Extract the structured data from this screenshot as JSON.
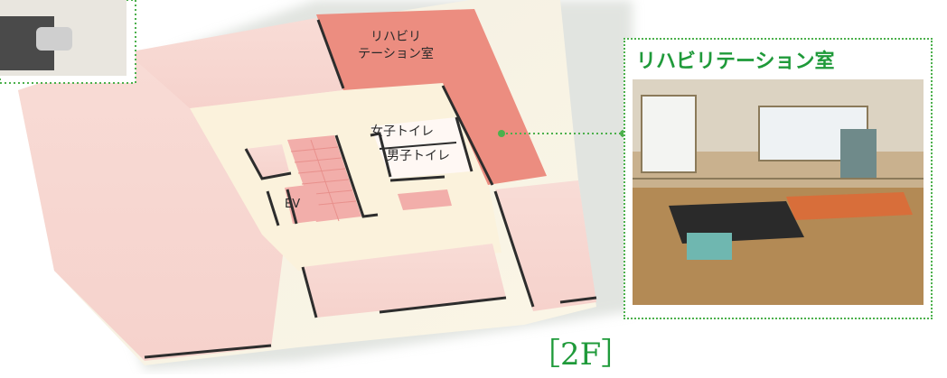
{
  "floor": "［2F］",
  "rooms": {
    "rehab": "リハビリ\nテーション室",
    "rehab_line1": "リハビリ",
    "rehab_line2": "テーション室",
    "womens_toilet": "女子トイレ",
    "mens_toilet": "男子トイレ",
    "elevator": "EV"
  },
  "photo": {
    "title": "リハビリテーション室"
  },
  "colors": {
    "room_fill": "#f7d8d3",
    "highlight_fill": "#ec8d80",
    "stair_fill": "#f2aeaa",
    "corridor": "#fbf2dc",
    "wall": "#2d2d2d",
    "accent_green": "#1f9a3a",
    "dotted_green": "#4cb04c"
  }
}
